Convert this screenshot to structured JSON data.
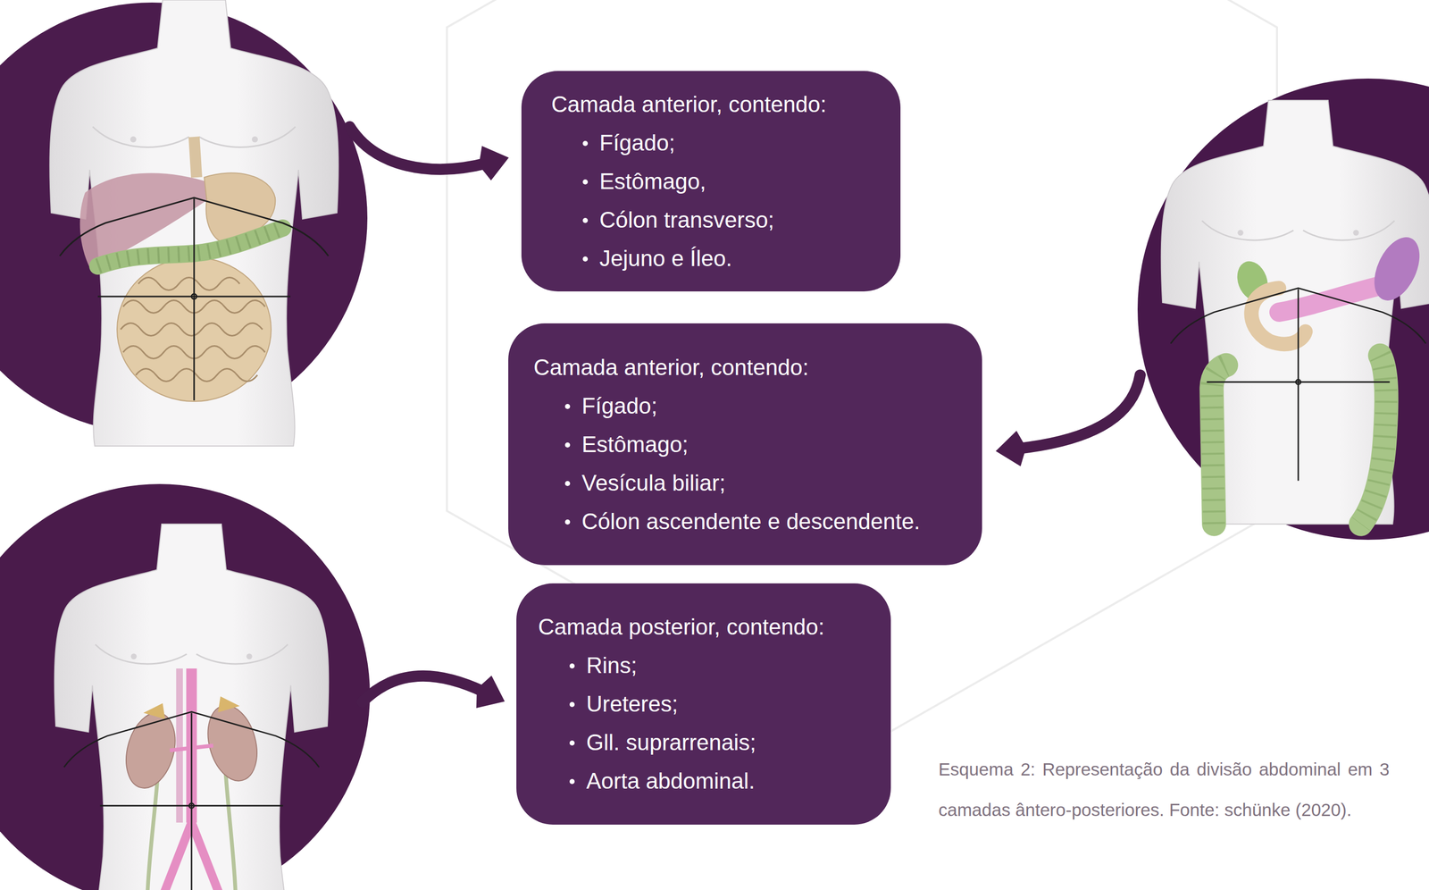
{
  "diagram": {
    "caption": "Esquema 2: Representação da divisão abdominal em 3 camadas ântero-posteriores. Fonte: schünke (2020).",
    "nodes": [
      {
        "text": [
          "Camada anterior, contendo:",
          "Fígado;",
          "Estômago,",
          "Cólon transverso;",
          "Jejuno e Íleo."
        ]
      },
      {
        "text": [
          "Camada anterior, contendo:",
          "Fígado;",
          "Estômago;",
          "Vesícula biliar;",
          "Cólon ascendente e descendente."
        ]
      },
      {
        "text": [
          "Camada posterior, contendo:",
          "Rins;",
          "Ureteres;",
          "Gll. suprarrenais;",
          "Aorta abdominal."
        ]
      }
    ]
  }
}
